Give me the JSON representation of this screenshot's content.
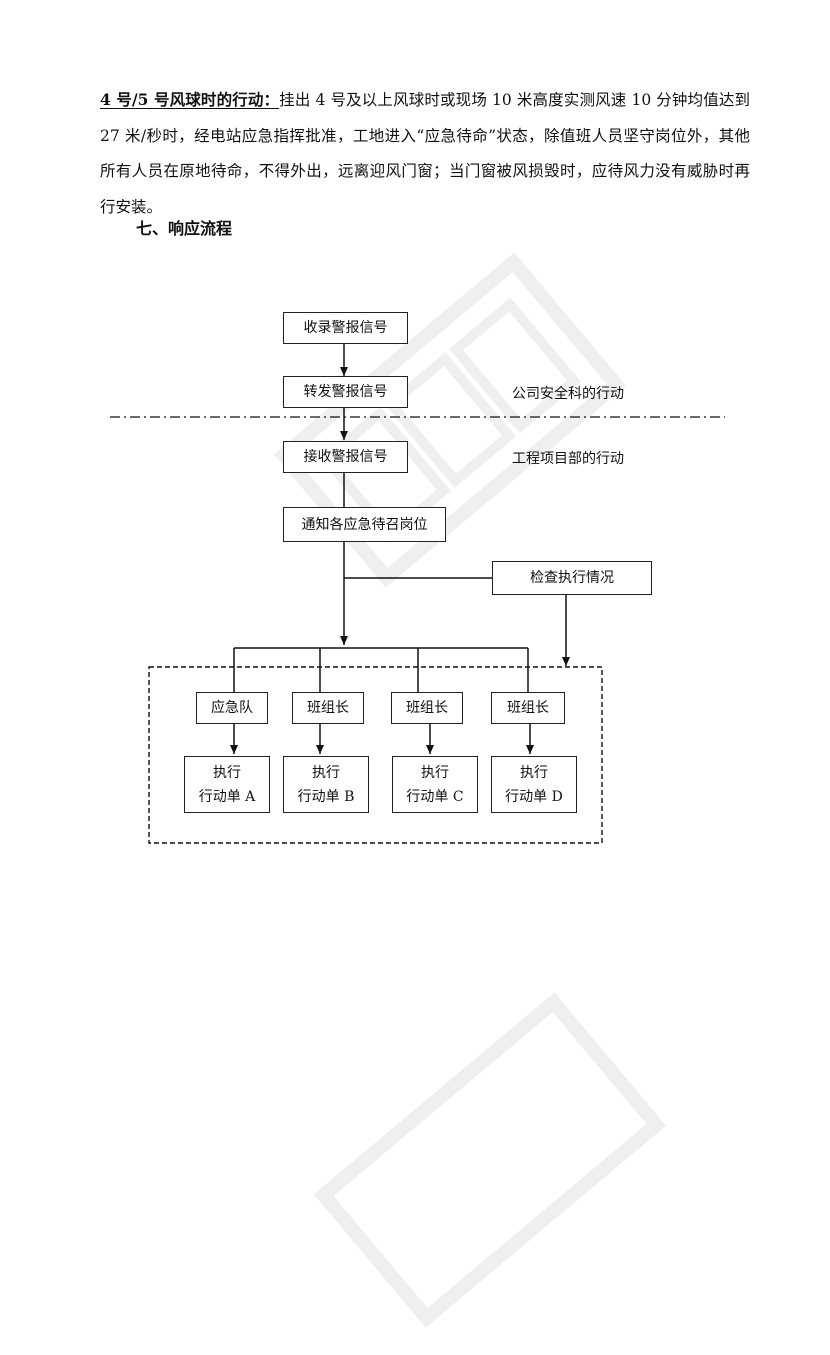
{
  "paragraph": {
    "lead": "4 号/5 号风球时的行动：",
    "text": "挂出 4 号及以上风球时或现场 10 米高度实测风速 10 分钟均值达到 27 米/秒时，经电站应急指挥批准，工地进入“应急待命”状态，除值班人员坚守岗位外，其他所有人员在原地待命，不得外出，远离迎风门窗；当门窗被风损毁时，应待风力没有威胁时再行安装。"
  },
  "section_title": "七、响应流程",
  "flowchart": {
    "receive": "收录警报信号",
    "forward": "转发警报信号",
    "label_safety": "公司安全科的行动",
    "accept": "接收警报信号",
    "label_project": "工程项目部的行动",
    "notify": "通知各应急待召岗位",
    "check": "检查执行情况",
    "team": "应急队",
    "leader1": "班组长",
    "leader2": "班组长",
    "leader3": "班组长",
    "exec_a_1": "执行",
    "exec_a_2": "行动单 A",
    "exec_b_1": "执行",
    "exec_b_2": "行动单 B",
    "exec_c_1": "执行",
    "exec_c_2": "行动单 C",
    "exec_d_1": "执行",
    "exec_d_2": "行动单 D"
  }
}
